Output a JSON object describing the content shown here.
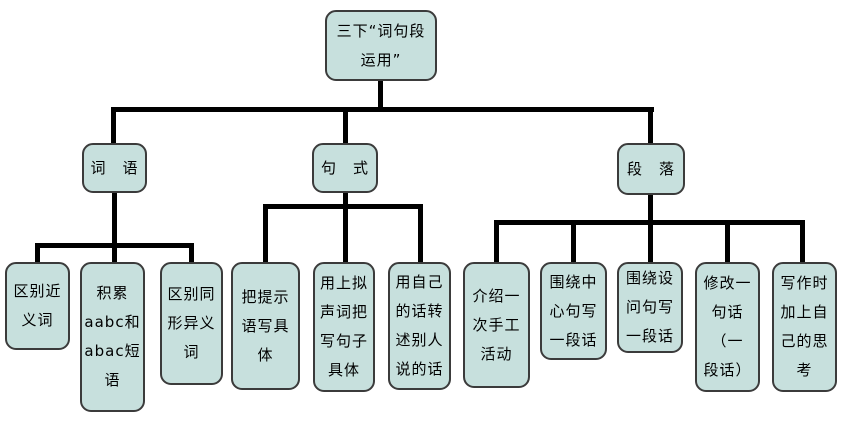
{
  "diagram": {
    "type": "tree",
    "background": "#ffffff",
    "colors": {
      "node_fill": "#c7e0dd",
      "node_border": "#3b3b3b",
      "connector": "#000000"
    },
    "root": {
      "label": "三下“词句段\n运用”"
    },
    "branches": [
      {
        "label": "词　语",
        "children": [
          {
            "label": "区别近\n义词"
          },
          {
            "label": "积累\naabc和\nabac短\n语"
          },
          {
            "label": "区别同\n形异义\n词"
          }
        ]
      },
      {
        "label": "句　式",
        "children": [
          {
            "label": "把提示\n语写具\n体"
          },
          {
            "label": "用上拟\n声词把\n写句子\n具体"
          },
          {
            "label": "用自己\n的话转\n述别人\n说的话"
          }
        ]
      },
      {
        "label": "段　落",
        "children": [
          {
            "label": "介绍一\n次手工\n活动"
          },
          {
            "label": "围绕中\n心句写\n一段话"
          },
          {
            "label": "围绕设\n问句写\n一段话"
          },
          {
            "label": "修改一\n句话（一\n段话）"
          },
          {
            "label": "写作时\n加上自\n己的思\n考"
          }
        ]
      }
    ]
  }
}
